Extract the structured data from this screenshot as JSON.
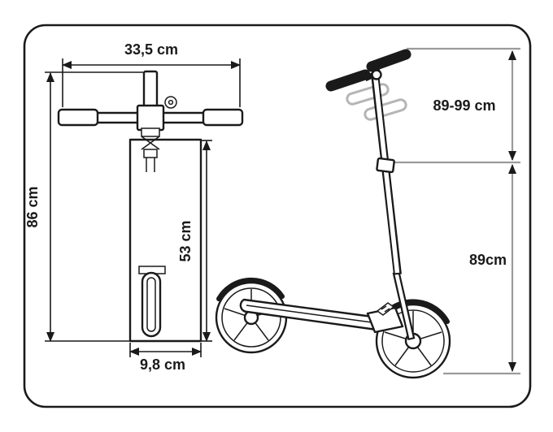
{
  "diagram_title": "scooter dimensions technical drawing",
  "front_view": {
    "width_label": "33,5 cm",
    "height_label": "86 cm",
    "deck_height_label": "53 cm",
    "base_width_label": "9,8 cm"
  },
  "side_view": {
    "handlebar_height_label": "89-99 cm",
    "frame_height_label": "89cm"
  },
  "colors": {
    "ink": "#1a1a1a",
    "dimension_gray": "#9b9b9b",
    "ghost_gray": "#b5b5b5",
    "background": "#ffffff"
  }
}
